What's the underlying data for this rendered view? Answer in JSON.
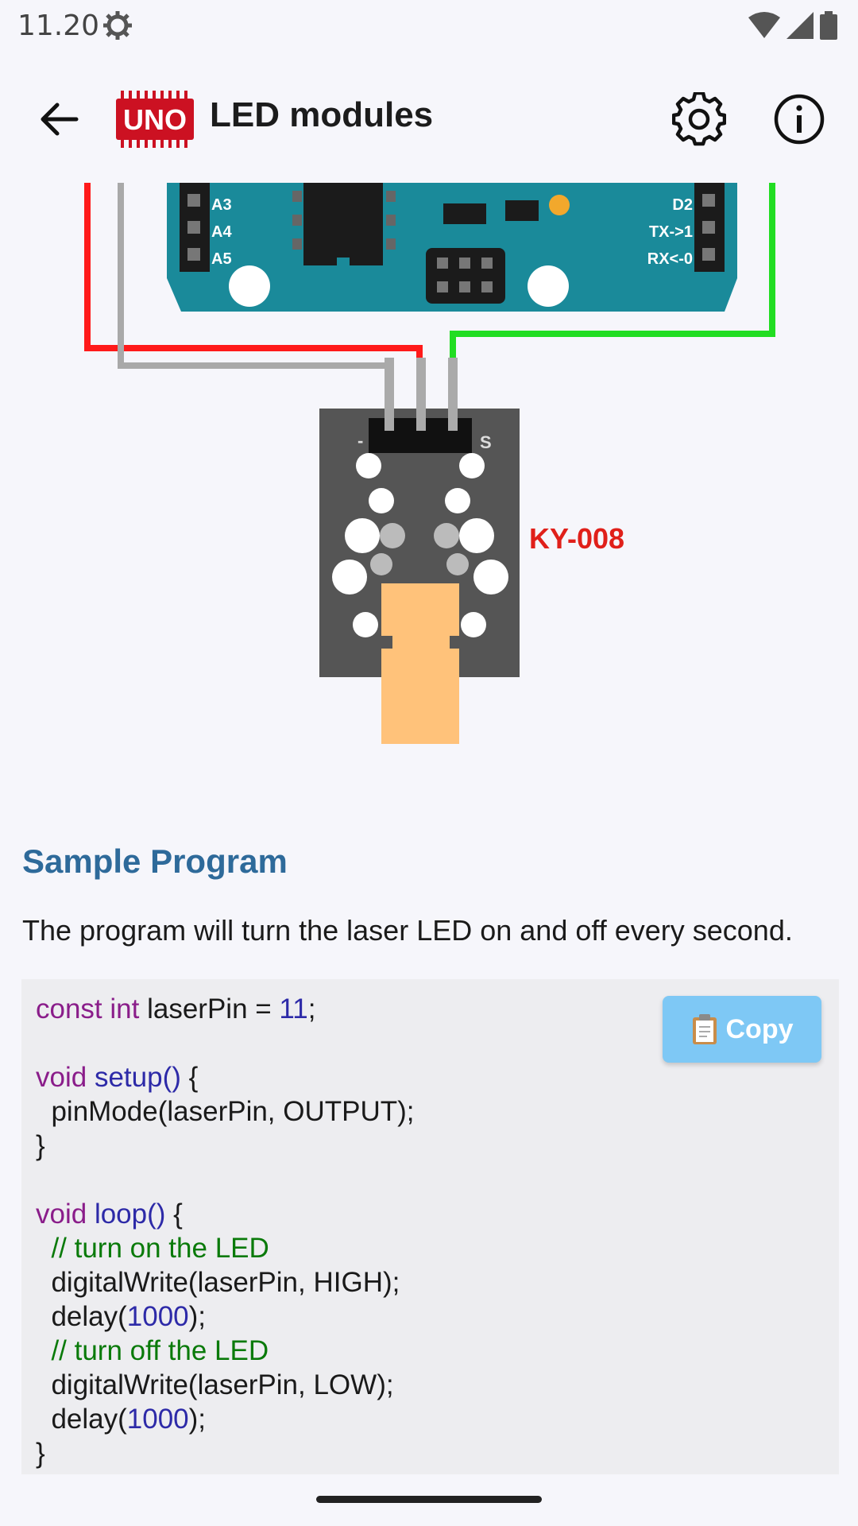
{
  "status_bar": {
    "time": "11.20"
  },
  "app_bar": {
    "logo_text": "UNO",
    "title": "LED modules"
  },
  "diagram": {
    "pin_labels_left": [
      "A3",
      "A4",
      "A5"
    ],
    "pin_labels_right": [
      "D2",
      "TX->1",
      "RX<-0"
    ],
    "module_pin_minus": "-",
    "module_pin_s": "S",
    "module_label": "KY-008",
    "colors": {
      "board": "#1a8a9a",
      "wire_vcc": "#ff1a1a",
      "wire_gnd": "#a9a9a9",
      "wire_signal": "#22dd22",
      "module": "#555555",
      "laser": "#ffc27a",
      "label": "#e0201a"
    }
  },
  "content": {
    "section_title": "Sample Program",
    "description": "The program will turn the laser LED on and off every second.",
    "copy_label": "Copy"
  },
  "code": {
    "l1_kw": "const int",
    "l1_rest": " laserPin = ",
    "l1_num": "11",
    "l1_end": ";",
    "l3_kw": "void",
    "l3_fn": " setup()",
    "l3_end": " {",
    "l4": "  pinMode(laserPin, OUTPUT);",
    "l5": "}",
    "l7_kw": "void",
    "l7_fn": " loop()",
    "l7_end": " {",
    "l8": "  // turn on the LED",
    "l9": "  digitalWrite(laserPin, HIGH);",
    "l10_a": "  delay(",
    "l10_num": "1000",
    "l10_b": ");",
    "l11": "  // turn off the LED",
    "l12": "  digitalWrite(laserPin, LOW);",
    "l13_a": "  delay(",
    "l13_num": "1000",
    "l13_b": ");",
    "l14": "}"
  }
}
